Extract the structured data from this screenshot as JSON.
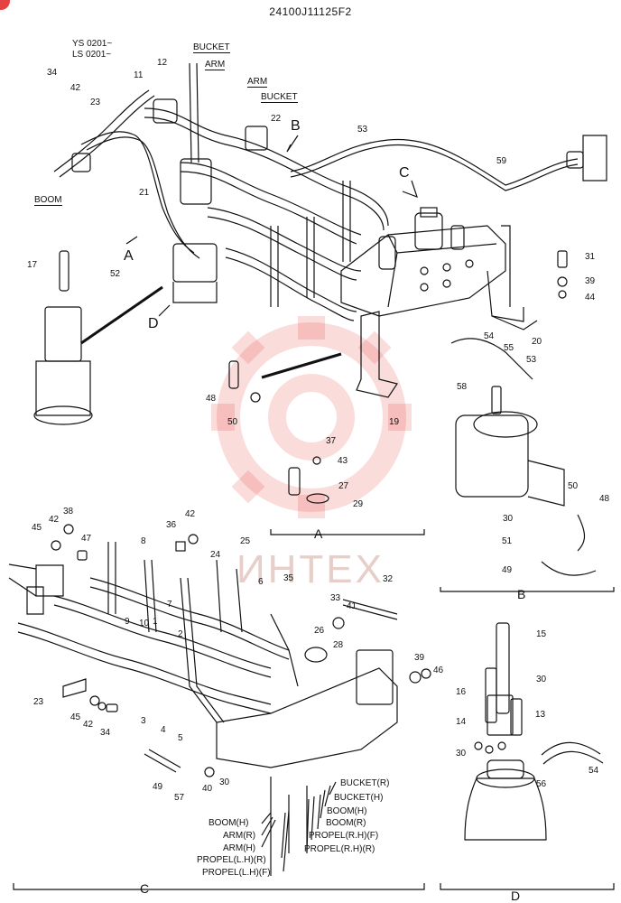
{
  "header": {
    "doc_code": "24100J11125F2",
    "serial_line_1": "YS 0201~",
    "serial_line_2": "LS 0201~"
  },
  "watermark": {
    "brand_text": "ИНТЕХ",
    "color": "#e23b36"
  },
  "main_view": {
    "tags": {
      "bucket_top": "BUCKET",
      "arm_top": "ARM",
      "arm_mid": "ARM",
      "bucket_mid": "BUCKET",
      "boom": "BOOM"
    },
    "view_letters": {
      "a": "A",
      "b": "B",
      "c": "C",
      "d": "D"
    },
    "parts": [
      "34",
      "42",
      "23",
      "11",
      "12",
      "17",
      "52",
      "21",
      "22",
      "53",
      "59",
      "31",
      "39",
      "44",
      "20",
      "54",
      "55",
      "53",
      "58",
      "48",
      "50",
      "19",
      "37",
      "43",
      "27",
      "29"
    ]
  },
  "view_a": {
    "letter": "A",
    "parts": [
      "37",
      "43",
      "27",
      "29",
      "48",
      "50"
    ]
  },
  "view_b": {
    "letter": "B",
    "parts": [
      "54",
      "55",
      "53",
      "58",
      "50",
      "48",
      "30",
      "51",
      "49"
    ]
  },
  "view_c": {
    "letter": "C",
    "parts": [
      "45",
      "42",
      "38",
      "47",
      "36",
      "42",
      "8",
      "24",
      "25",
      "6",
      "35",
      "32",
      "33",
      "41",
      "26",
      "28",
      "39",
      "46",
      "10",
      "9",
      "1",
      "7",
      "2",
      "3",
      "4",
      "5",
      "23",
      "45",
      "42",
      "34",
      "49",
      "57",
      "40",
      "30"
    ],
    "port_labels": [
      "BUCKET(R)",
      "BUCKET(H)",
      "BOOM(H)",
      "BOOM(R)",
      "PROPEL(R.H)(F)",
      "PROPEL(R.H)(R)",
      "BOOM(H)",
      "ARM(R)",
      "ARM(H)",
      "PROPEL(L.H)(R)",
      "PROPEL(L.H)(F)"
    ]
  },
  "view_d": {
    "letter": "D",
    "parts": [
      "15",
      "30",
      "16",
      "14",
      "13",
      "30",
      "56",
      "54"
    ]
  }
}
